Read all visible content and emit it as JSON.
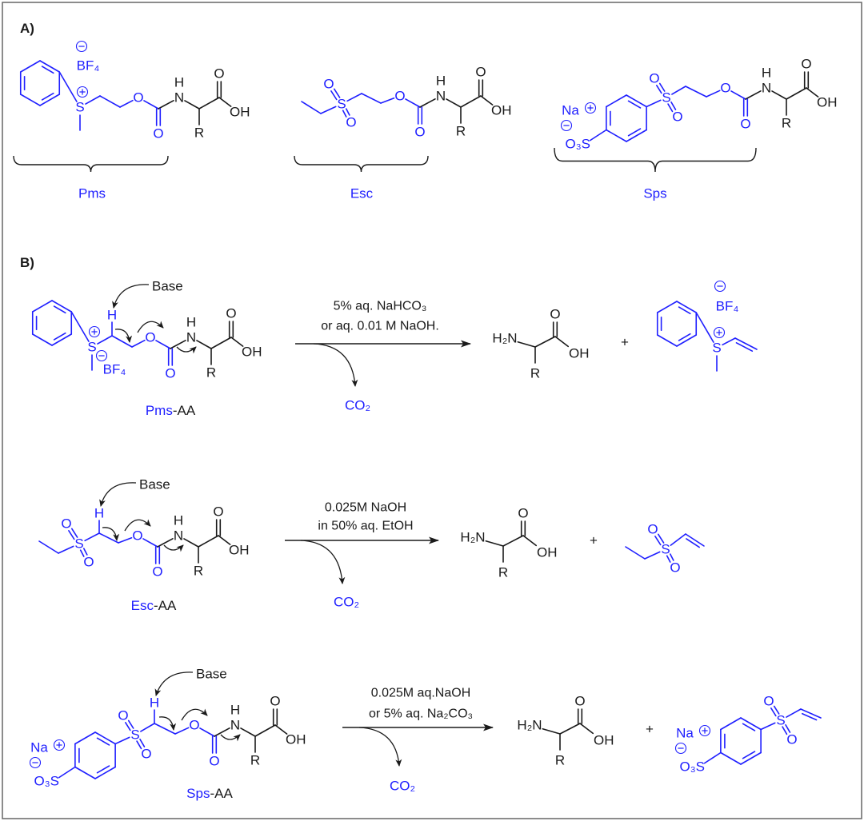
{
  "colors": {
    "accent": "#1f1fff",
    "text": "#1a1a1a",
    "frame": "#666666"
  },
  "atoms": {
    "O": "O",
    "N": "N",
    "H": "H",
    "OH": "OH",
    "R": "R",
    "S": "S",
    "H2N": "H₂N",
    "BF4": "BF₄",
    "Na": "Na",
    "O3S": "O₃S",
    "CO2": "CO₂"
  },
  "panelA": {
    "label": "A)",
    "groups": [
      "Pms",
      "Esc",
      "Sps"
    ]
  },
  "panelB": {
    "label": "B)",
    "base": "Base",
    "plus": "+",
    "rows": [
      {
        "prefix": "Pms",
        "suffix": "-AA",
        "conditions": [
          "5% aq. NaHCO₃",
          "or aq. 0.01 M NaOH."
        ]
      },
      {
        "prefix": "Esc",
        "suffix": "-AA",
        "conditions": [
          "0.025M NaOH",
          "in 50% aq. EtOH"
        ]
      },
      {
        "prefix": "Sps",
        "suffix": "-AA",
        "conditions": [
          "0.025M aq.NaOH",
          "or 5% aq. Na₂CO₃"
        ]
      }
    ]
  }
}
